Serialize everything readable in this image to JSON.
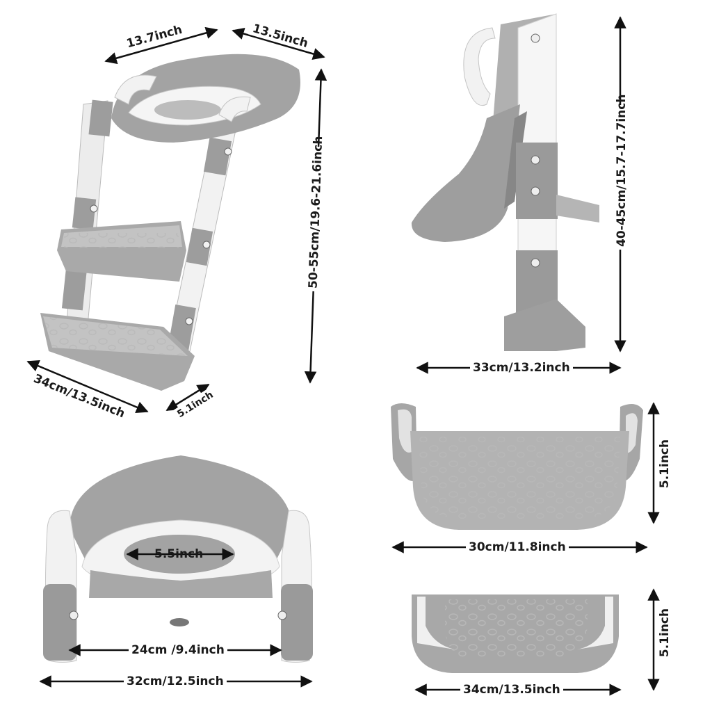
{
  "colors": {
    "body": "#a6a6a6",
    "light": "#c4c4c4",
    "dark": "#8c8c8c",
    "white": "#f4f4f4",
    "ink": "#111111"
  },
  "labels": {
    "top_width": "13.7inch",
    "top_depth": "13.5inch",
    "full_height": "50-55cm/19.6-21.6inch",
    "base_length": "34cm/13.5inch",
    "base_step": "5.1inch",
    "side_height": "40-45cm/15.7-17.7inch",
    "side_depth": "33cm/13.2inch",
    "step1_height": "5.1inch",
    "step1_width": "30cm/11.8inch",
    "step2_height": "5.1inch",
    "step2_width": "34cm/13.5inch",
    "seat_hole": "5.5inch",
    "seat_inner": "24cm /9.4inch",
    "seat_outer": "32cm/12.5inch"
  }
}
